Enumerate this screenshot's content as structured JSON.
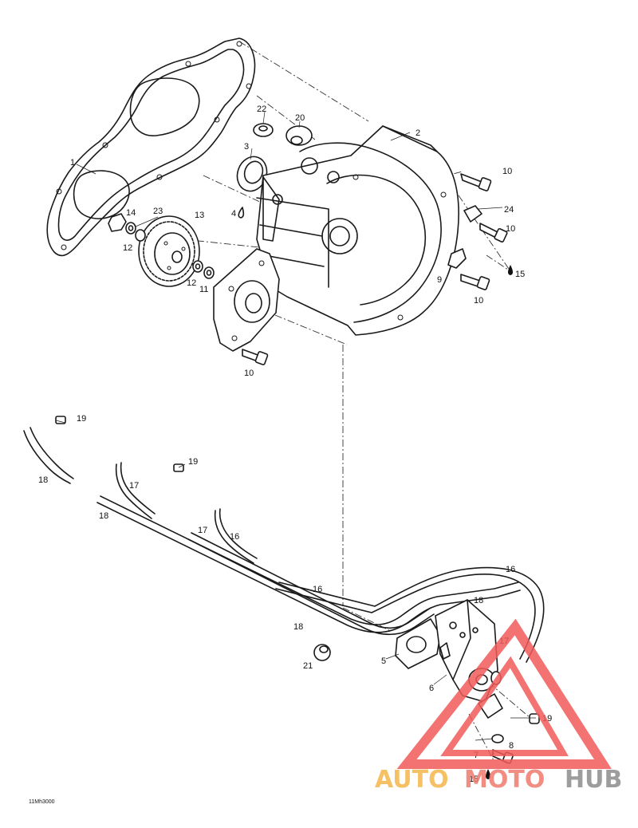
{
  "callouts": {
    "c1": "1",
    "c2": "2",
    "c3": "3",
    "c4": "4",
    "c5": "5",
    "c6": "6",
    "c7": "7",
    "c8": "8",
    "c9": "9",
    "c10a": "10",
    "c10b": "10",
    "c10c": "10",
    "c10d": "10",
    "c11": "11",
    "c12a": "12",
    "c12b": "12",
    "c13": "13",
    "c14": "14",
    "c15a": "15",
    "c15b": "15",
    "c16a": "16",
    "c16b": "16",
    "c16c": "16",
    "c17a": "17",
    "c17b": "17",
    "c17c": "17",
    "c18a": "18",
    "c18b": "18",
    "c18c": "18",
    "c18d": "18",
    "c19a": "19",
    "c19b": "19",
    "c19c": "19",
    "c20": "20",
    "c21": "21",
    "c22": "22",
    "c23": "23",
    "c24": "24"
  },
  "figure_code": "11Mh3000",
  "watermark": {
    "part1": "AUTO",
    "part2": "MOTO",
    "part3": "HUB",
    "colors": {
      "auto": "#f5b64a",
      "moto": "#f07a6e",
      "hub": "#8c8c8c",
      "triangle": "#f15a5a"
    }
  }
}
